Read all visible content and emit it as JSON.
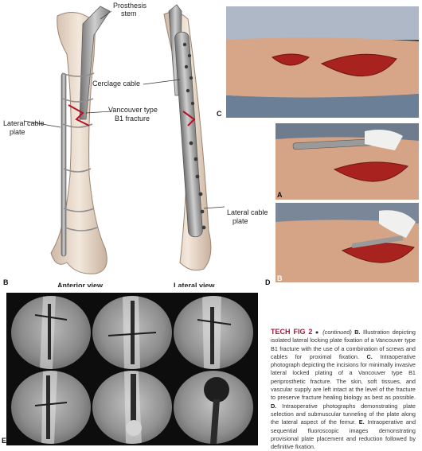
{
  "illustration": {
    "prosthesis_label_1": "Prosthesis",
    "prosthesis_label_2": "stem",
    "cerclage_label": "Cerclage cable",
    "fracture_label_1": "Vancouver type",
    "fracture_label_2": "B1 fracture",
    "lateral_plate_left_1": "Lateral cable",
    "lateral_plate_left_2": "plate",
    "lateral_plate_right_1": "Lateral cable",
    "lateral_plate_right_2": "plate",
    "anterior_view": "Anterior view",
    "lateral_view": "Lateral view",
    "panel_b": "B"
  },
  "photos": {
    "panel_c": "C",
    "panel_d": "D",
    "panel_a": "A",
    "panel_b2": "B",
    "panel_e": "E"
  },
  "caption": {
    "fig_label": "TECH FIG 2",
    "bullet": " ● ",
    "continued": "(continued)",
    "b_letter": " B.",
    "b_text": " Illustration depicting isolated lateral locking plate fixation of a Vancouver type B1 fracture with the use of a combination of screws and cables for proximal fixation.",
    "c_letter": " C.",
    "c_text": " Intraoperative photograph depicting the incisions for minimally invasive lateral locked plating of a Vancouver type B1 periprosthetic fracture. The skin, soft tissues, and vascular supply are left intact at the level of the fracture to preserve fracture healing biology as best as possible.",
    "d_letter": " D.",
    "d_text": " Intraoperative photographs demonstrating plate selection and submuscular tunneling of the plate along the lateral aspect of the femur.",
    "e_letter": " E.",
    "e_text": " Intraoperative and sequential fluoroscopic images demonstrating provisional plate placement and reduction followed by definitive fixation."
  },
  "colors": {
    "caption_accent": "#9a1d3a",
    "bone": "#e9dccf",
    "skin": "#d9a98a",
    "wound": "#a8231f",
    "plate": "#9a9a9a"
  }
}
